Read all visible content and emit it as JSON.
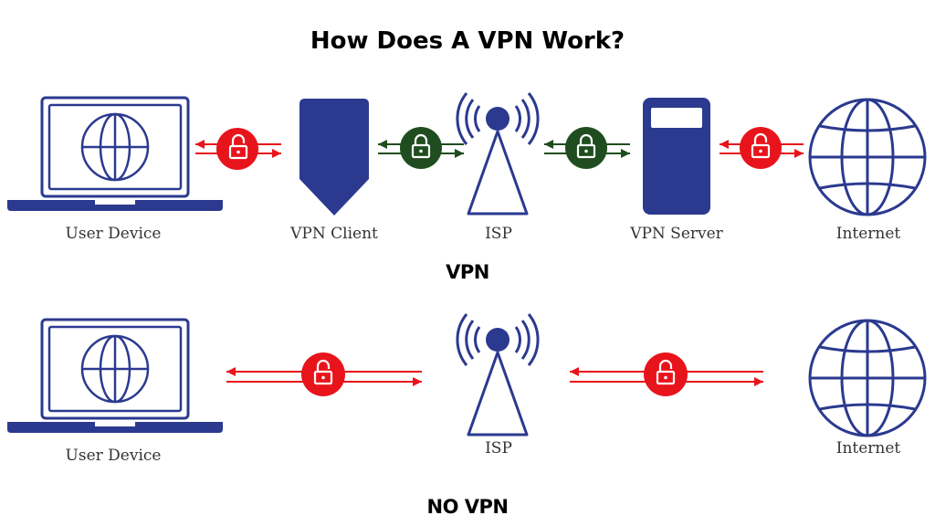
{
  "title": "How Does A VPN Work?",
  "vpn_section": {
    "caption": "VPN",
    "nodes": [
      "User Device",
      "VPN Client",
      "ISP",
      "VPN Server",
      "Internet"
    ]
  },
  "novpn_section": {
    "caption": "NO VPN",
    "nodes": [
      "User Device",
      "ISP",
      "Internet"
    ]
  },
  "colors": {
    "device_blue": "#2b3a8f",
    "unencrypted_red": "#e8141c",
    "encrypted_green": "#1f4d1f"
  },
  "icons": [
    "laptop-icon",
    "globe-icon",
    "shield-icon",
    "antenna-tower-icon",
    "server-icon",
    "lock-icon",
    "unlocked-lock-icon",
    "arrow-icon"
  ]
}
